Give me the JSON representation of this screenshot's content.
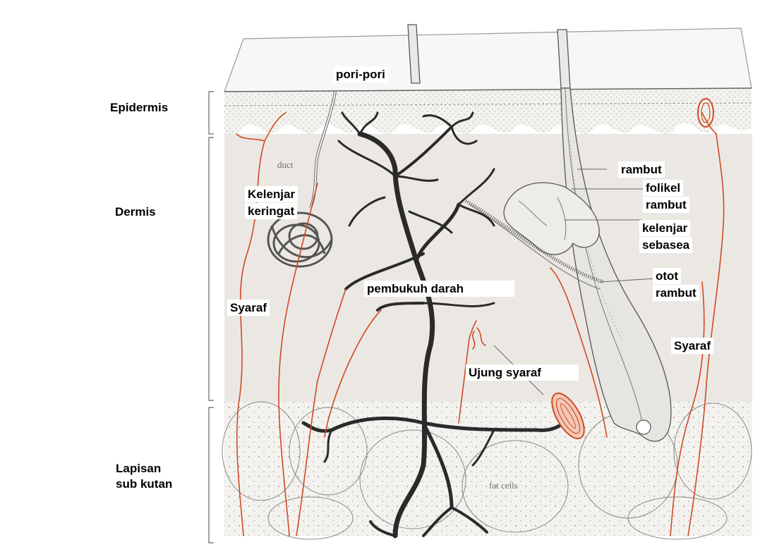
{
  "colors": {
    "nerve": "#d04a22",
    "vessel": "#2a2a2a",
    "tissue": "#ece9e5",
    "outline": "#777777"
  },
  "layers": {
    "epidermis": "Epidermis",
    "dermis": "Dermis",
    "subcutan_line1": "Lapisan",
    "subcutan_line2": "sub kutan"
  },
  "labels": {
    "pori": "pori-pori",
    "kelenjar_keringat_1": "Kelenjar",
    "kelenjar_keringat_2": "keringat",
    "syaraf_left": "Syaraf",
    "pembuluh": "pembukuh darah",
    "rambut": "rambut",
    "folikel_1": "folikel",
    "folikel_2": "rambut",
    "sebasea_1": "kelenjar",
    "sebasea_2": "sebasea",
    "otot_1": "otot",
    "otot_2": "rambut",
    "syaraf_right": "Syaraf",
    "ujung_syaraf": "Ujung syaraf"
  },
  "handwritten": {
    "duct": "duct",
    "fat_cells": "fat cells"
  }
}
